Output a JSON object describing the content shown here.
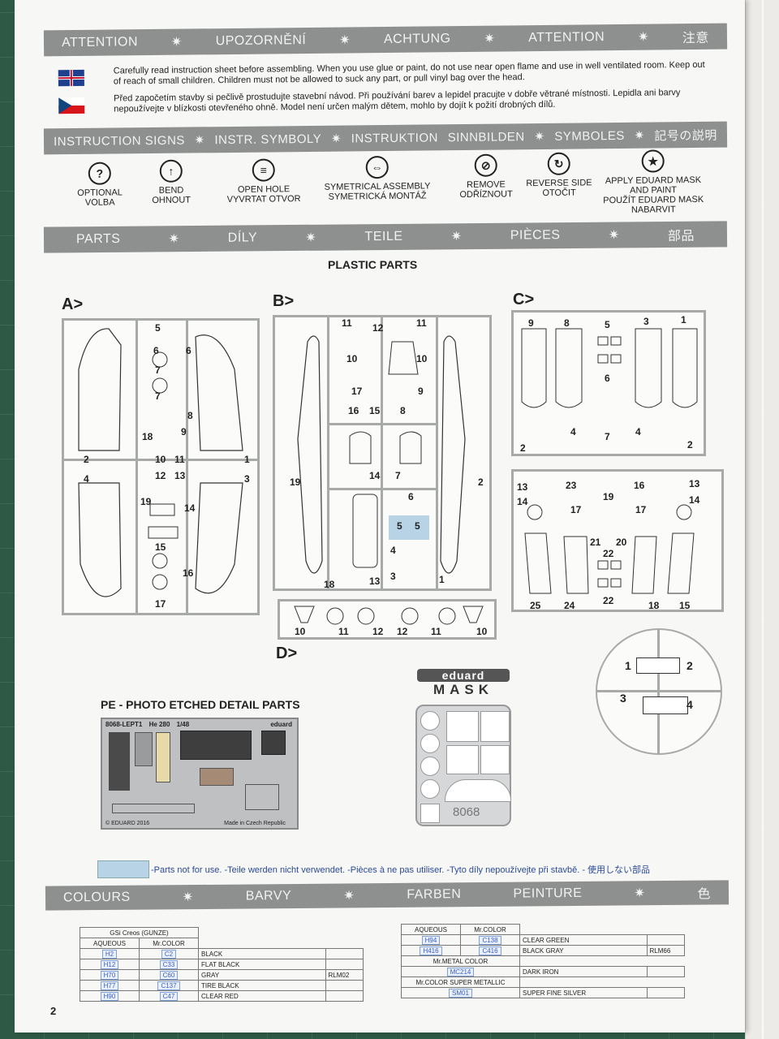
{
  "attention_band": [
    "ATTENTION",
    "✷",
    "UPOZORNĚNÍ",
    "✷",
    "ACHTUNG",
    "✷",
    "ATTENTION",
    "✷",
    "注意"
  ],
  "attention_text": {
    "en": "Carefully read instruction sheet before assembling. When you use glue or paint, do not use near open flame and use in well ventilated room. Keep out of reach of small children. Children must not be allowed to suck any part, or pull vinyl bag over the head.",
    "cz": "Před započetím stavby si pečlivě prostudujte stavební návod. Při používání barev a lepidel pracujte v dobře větrané místnosti. Lepidla ani barvy nepoužívejte v blízkosti otevřeného ohně. Model není určen malým dětem, mohlo by dojít k požití drobných dílů."
  },
  "signs_band": [
    "INSTRUCTION SIGNS",
    "✷",
    "INSTR. SYMBOLY",
    "✷",
    "INSTRUKTION",
    "SINNBILDEN",
    "✷",
    "SYMBOLES",
    "✷",
    "記号の説明"
  ],
  "signs": [
    {
      "icon": "question-icon",
      "l1": "OPTIONAL",
      "l2": "VOLBA",
      "l3": "",
      "l4": ""
    },
    {
      "icon": "bend-icon",
      "l1": "BEND",
      "l2": "OHNOUT",
      "l3": "",
      "l4": ""
    },
    {
      "icon": "drill-icon",
      "l1": "OPEN HOLE",
      "l2": "VYVRTAT OTVOR",
      "l3": "",
      "l4": ""
    },
    {
      "icon": "symmetric-icon",
      "l1": "SYMETRICAL ASSEMBLY",
      "l2": "SYMETRICKÁ MONTÁŽ",
      "l3": "",
      "l4": ""
    },
    {
      "icon": "remove-icon",
      "l1": "REMOVE",
      "l2": "ODŘÍZNOUT",
      "l3": "",
      "l4": ""
    },
    {
      "icon": "reverse-icon",
      "l1": "REVERSE SIDE",
      "l2": "OTOČIT",
      "l3": "",
      "l4": ""
    },
    {
      "icon": "mask-icon",
      "l1": "APPLY EDUARD MASK",
      "l2": "AND PAINT",
      "l3": "POUŽÍT EDUARD MASK",
      "l4": "NABARVIT"
    }
  ],
  "parts_band": [
    "PARTS",
    "✷",
    "DÍLY",
    "✷",
    "TEILE",
    "✷",
    "PIÈCES",
    "✷",
    "部品"
  ],
  "plastic_title": "PLASTIC PARTS",
  "sprue_labels": {
    "a": "A>",
    "b": "B>",
    "c": "C>",
    "d": "D>"
  },
  "pe_title": "PE - PHOTO ETCHED DETAIL PARTS",
  "pe_fret": {
    "code": "8068-LEPT1",
    "model": "He 280",
    "scale": "1/48",
    "brand": "eduard",
    "copyright": "© EDUARD 2016",
    "made": "Made in Czech Republic"
  },
  "mask": {
    "brand": "eduard",
    "word": "MASK",
    "code": "8068"
  },
  "parts_not_used": "-Parts not for use. -Teile werden nicht verwendet. -Pièces à ne pas utiliser. -Tyto díly nepoužívejte při stavbě. - 使用しない部品",
  "colours_band": [
    "COLOURS",
    "✷",
    "BARVY",
    "✷",
    "FARBEN",
    "PEINTURE",
    "✷",
    "色"
  ],
  "colour_left": {
    "brand": "GSi Creos (GUNZE)",
    "head": [
      "AQUEOUS",
      "Mr.COLOR"
    ],
    "rows": [
      {
        "aq": "H2",
        "mr": "C2",
        "name": "BLACK",
        "rlm": ""
      },
      {
        "aq": "H12",
        "mr": "C33",
        "name": "FLAT BLACK",
        "rlm": ""
      },
      {
        "aq": "H70",
        "mr": "C60",
        "name": "GRAY",
        "rlm": "RLM02"
      },
      {
        "aq": "H77",
        "mr": "C137",
        "name": "TIRE BLACK",
        "rlm": ""
      },
      {
        "aq": "H90",
        "mr": "C47",
        "name": "CLEAR RED",
        "rlm": ""
      }
    ]
  },
  "colour_right": {
    "head": [
      "AQUEOUS",
      "Mr.COLOR"
    ],
    "rows": [
      {
        "aq": "H94",
        "mr": "C138",
        "name": "CLEAR GREEN",
        "rlm": ""
      },
      {
        "aq": "H416",
        "mr": "C416",
        "name": "BLACK GRAY",
        "rlm": "RLM66"
      }
    ],
    "metal_head": "Mr.METAL COLOR",
    "metal": {
      "code": "MC214",
      "name": "DARK IRON"
    },
    "super_head": "Mr.COLOR SUPER METALLIC",
    "super": {
      "code": "SM01",
      "name": "SUPER FINE SILVER"
    }
  },
  "page_number": "2",
  "colors": {
    "band": "#8e8f8f",
    "sprue": "#a8a9a9",
    "unused": "#b8d3e6"
  }
}
